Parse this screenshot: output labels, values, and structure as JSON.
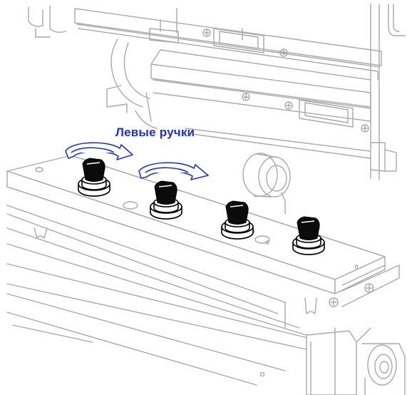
{
  "diagram": {
    "callout_label": "Левые ручки",
    "colors": {
      "line_art": "#a9a9a9",
      "knobs": "#000000",
      "arrows": "#2233cc",
      "label": "#1f2fd0"
    },
    "knob_count": 4,
    "highlighted_knobs": 2,
    "arrow_direction": "clockwise"
  }
}
